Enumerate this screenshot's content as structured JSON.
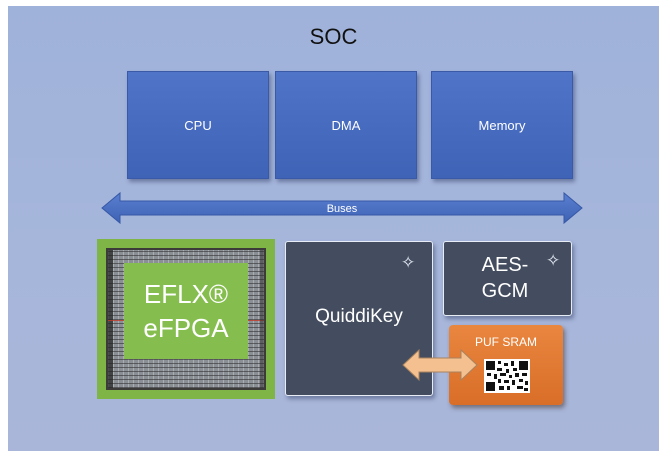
{
  "title": "SOC",
  "top_blocks": [
    {
      "label": "CPU"
    },
    {
      "label": "DMA"
    },
    {
      "label": "Memory"
    }
  ],
  "bus": {
    "label": "Buses"
  },
  "fpga": {
    "line1": "EFLX®",
    "line2": "eFPGA"
  },
  "quiddikey": {
    "label": "QuiddiKey"
  },
  "aes": {
    "line1": "AES-",
    "line2": "GCM"
  },
  "puf": {
    "label": "PUF SRAM"
  },
  "icons": {
    "sparkle": "sparkle-icon",
    "qr": "qr-code-icon"
  },
  "colors": {
    "background": "#a3b3da",
    "block_blue": "#4a6fc4",
    "dark_block": "#434d5f",
    "fpga_green": "#7fb547",
    "puf_orange": "#e07a32",
    "arrow_peach": "#f4c08f"
  }
}
